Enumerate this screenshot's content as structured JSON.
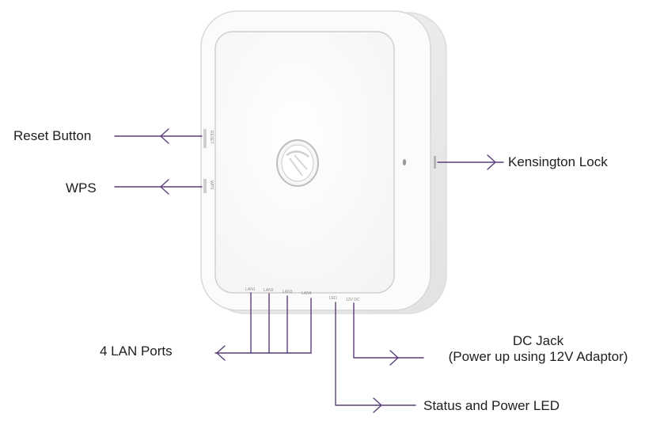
{
  "callouts": {
    "reset": "Reset Button",
    "wps": "WPS",
    "kensington": "Kensington Lock",
    "lan": "4 LAN Ports",
    "dc_line1": "DC Jack",
    "dc_line2": "(Power up using 12V Adaptor)",
    "led": "Status and Power LED"
  },
  "device": {
    "port_labels": [
      "LAN1",
      "LAN2",
      "LAN3",
      "LAN4",
      "LED",
      "12V DC"
    ],
    "side_labels": [
      "RESET",
      "WPS"
    ]
  },
  "colors": {
    "accent": "#5a3e7a",
    "text": "#1e1e1e",
    "device_body": "#fbfbfb",
    "device_edge": "#dcdcdc"
  }
}
